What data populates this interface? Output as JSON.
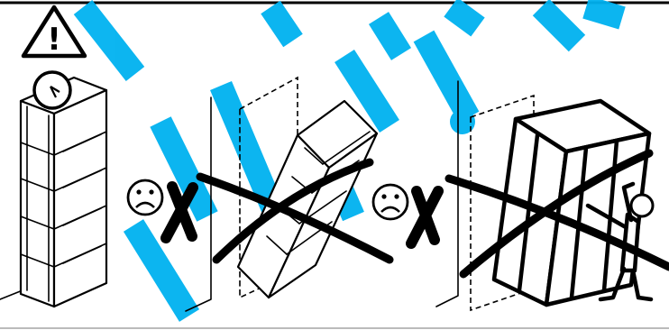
{
  "warning": {
    "symbol": "!",
    "icon": "warning-triangle-icon"
  },
  "panels": [
    {
      "id": "correct",
      "icon": "bookcase-anchored-to-wall-icon"
    },
    {
      "id": "wrong-tipping",
      "icon": "sad-face-icon",
      "mark": "x-mark-icon"
    },
    {
      "id": "wrong-falling-on-person",
      "icon": "sad-face-icon",
      "mark": "x-mark-icon"
    }
  ],
  "colors": {
    "line": "#000000",
    "background": "#ffffff",
    "watermark": "#00b2f0"
  }
}
